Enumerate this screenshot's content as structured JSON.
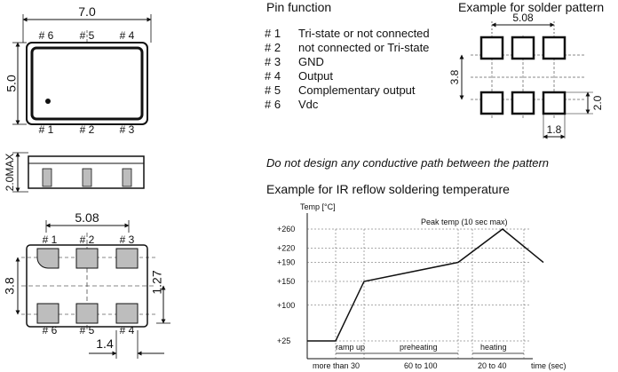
{
  "package_dims": {
    "width": "7.0",
    "height": "5.0",
    "thickness": "2.0MAX",
    "pad_pitch": "5.08",
    "pad_row_spacing": "3.8",
    "pad_height": "1.27",
    "pad_width": "1.4"
  },
  "top_pin_labels": [
    "# 6",
    "# 5",
    "# 4"
  ],
  "bottom_pin_labels": [
    "# 1",
    "# 2",
    "# 3"
  ],
  "pad_top_labels": [
    "# 1",
    "# 2",
    "# 3"
  ],
  "pad_bottom_labels": [
    "# 6",
    "# 5",
    "# 4"
  ],
  "pin_function": {
    "title": "Pin function",
    "pins": [
      {
        "num": "# 1",
        "desc": "Tri-state or not connected"
      },
      {
        "num": "# 2",
        "desc": "not connected or Tri-state"
      },
      {
        "num": "# 3",
        "desc": "GND"
      },
      {
        "num": "# 4",
        "desc": "Output"
      },
      {
        "num": "# 5",
        "desc": "Complementary output"
      },
      {
        "num": "# 6",
        "desc": "Vdc"
      }
    ]
  },
  "solder_pattern": {
    "title": "Example for solder pattern",
    "pitch": "5.08",
    "row_spacing": "3.8",
    "pad_height": "2.0",
    "pad_width": "1.8"
  },
  "note": "Do not design any conductive path between the pattern",
  "reflow": {
    "title": "Example for IR reflow soldering temperature",
    "ylabel": "Temp [°C]",
    "peak_label": "Peak temp (10 sec max)",
    "time_label": "time (sec)",
    "stages": [
      "ramp up",
      "preheating",
      "heating"
    ],
    "durations": [
      "more than 30",
      "60 to 100",
      "20 to 40"
    ]
  },
  "chart_data": {
    "type": "line",
    "title": "Example for IR reflow soldering temperature",
    "ylabel": "Temp [°C]",
    "xlabel": "time (sec)",
    "yticks": [
      "+25",
      "+100",
      "+150",
      "+190",
      "+220",
      "+260"
    ],
    "ytick_values": [
      25,
      100,
      150,
      190,
      220,
      260
    ],
    "series": [
      {
        "points": [
          {
            "phase": "start",
            "temp": 25
          },
          {
            "phase": "end of ramp up",
            "temp": 150
          },
          {
            "phase": "end of preheating",
            "temp": 190
          },
          {
            "phase": "peak",
            "temp": 260
          },
          {
            "phase": "cool down",
            "temp": 190
          }
        ]
      }
    ],
    "regions": [
      {
        "label": "ramp up",
        "duration": "more than 30"
      },
      {
        "label": "preheating",
        "duration": "60 to 100"
      },
      {
        "label": "heating",
        "duration": "20 to 40"
      }
    ],
    "annotation": "Peak temp (10 sec max)",
    "ylim": [
      25,
      260
    ]
  }
}
